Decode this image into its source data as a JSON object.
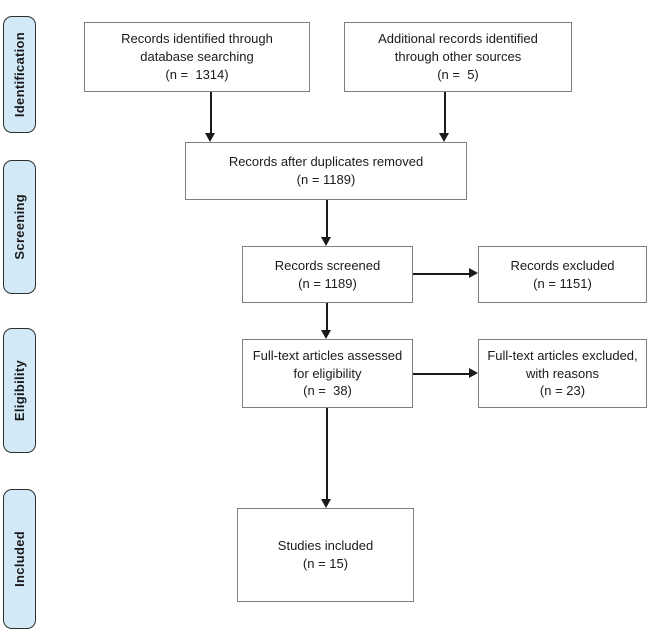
{
  "colors": {
    "stage_fill": "#d2e9f8",
    "stage_border": "#2e2e2e",
    "box_fill": "#ffffff",
    "box_border": "#7f7f7f",
    "arrow": "#1a1a1a",
    "text": "#1a1a1a"
  },
  "stages": [
    {
      "label": "Identification"
    },
    {
      "label": "Screening"
    },
    {
      "label": "Eligibility"
    },
    {
      "label": "Included"
    }
  ],
  "nodes": {
    "identified": {
      "label": "Records identified through\ndatabase searching\n(n =  1314)",
      "n": 1314
    },
    "additional": {
      "label": "Additional records identified\nthrough other sources\n(n =  5)",
      "n": 5
    },
    "deduplicated": {
      "label": "Records after duplicates removed\n(n = 1189)",
      "n": 1189
    },
    "screened": {
      "label": "Records screened\n(n = 1189)",
      "n": 1189
    },
    "excluded": {
      "label": "Records excluded\n(n = 1151)",
      "n": 1151
    },
    "fulltext": {
      "label": "Full-text articles assessed\nfor eligibility\n(n =  38)",
      "n": 38
    },
    "fulltext_excluded": {
      "label": "Full-text articles excluded,\nwith reasons\n(n = 23)",
      "n": 23
    },
    "included": {
      "label": "Studies included\n(n = 15)",
      "n": 15
    }
  },
  "edges": [
    {
      "from": "identified",
      "to": "deduplicated"
    },
    {
      "from": "additional",
      "to": "deduplicated"
    },
    {
      "from": "deduplicated",
      "to": "screened"
    },
    {
      "from": "screened",
      "to": "excluded"
    },
    {
      "from": "screened",
      "to": "fulltext"
    },
    {
      "from": "fulltext",
      "to": "fulltext_excluded"
    },
    {
      "from": "fulltext",
      "to": "included"
    }
  ]
}
